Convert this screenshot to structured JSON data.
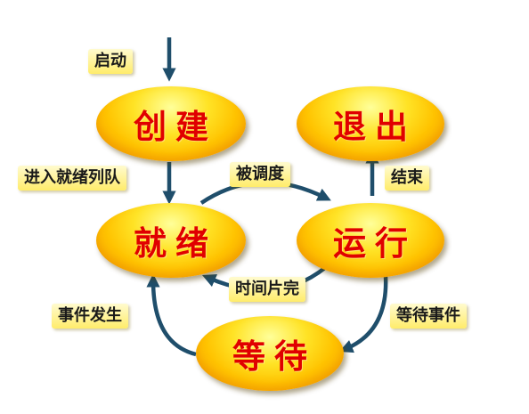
{
  "states": {
    "create": "创建",
    "exit": "退出",
    "ready": "就绪",
    "running": "运行",
    "waiting": "等待"
  },
  "transitions": {
    "start": "启动",
    "enter_ready_queue": "进入就绪列队",
    "dispatched": "被调度",
    "finish": "结束",
    "time_slice_done": "时间片完",
    "wait_event": "等待事件",
    "event_occurs": "事件发生"
  },
  "colors": {
    "node_fill": "#ffcc00",
    "node_text": "#e00000",
    "arrow": "#1f4e6b",
    "label_fill": "#fff59d"
  }
}
